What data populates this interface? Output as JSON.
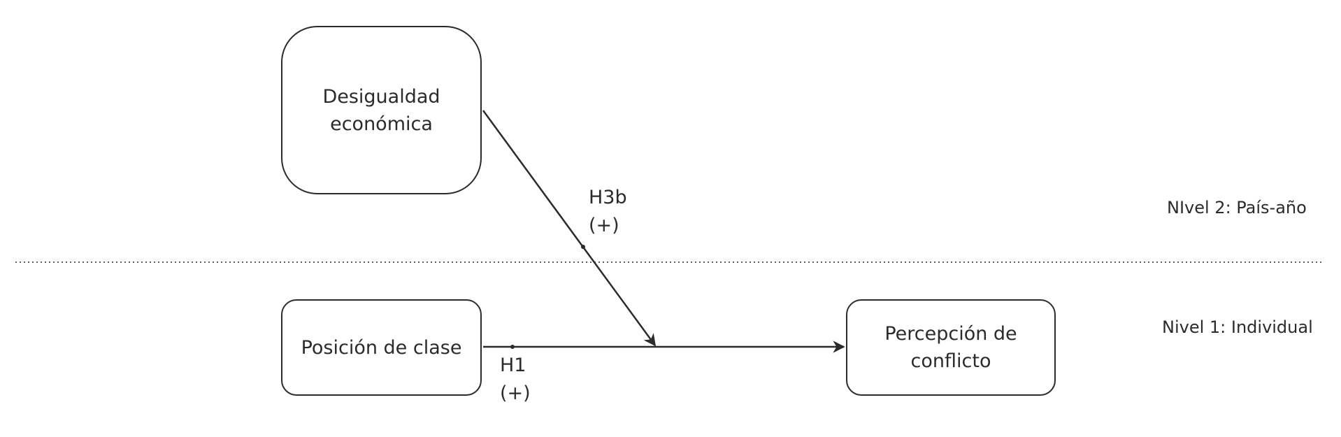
{
  "nodes": {
    "desigualdad": {
      "line1": "Desigualdad",
      "line2": "económica"
    },
    "posicion": {
      "label": "Posición de clase"
    },
    "percepcion": {
      "line1": "Percepción de",
      "line2": "conflicto"
    }
  },
  "paths": {
    "h3b": {
      "label": "H3b",
      "sign": "(+)"
    },
    "h1": {
      "label": "H1",
      "sign": "(+)"
    }
  },
  "levels": {
    "level2": "NIvel 2: País-año",
    "level1": "Nivel 1: Individual"
  },
  "colors": {
    "stroke": "#2b2b2b",
    "background": "#ffffff"
  }
}
